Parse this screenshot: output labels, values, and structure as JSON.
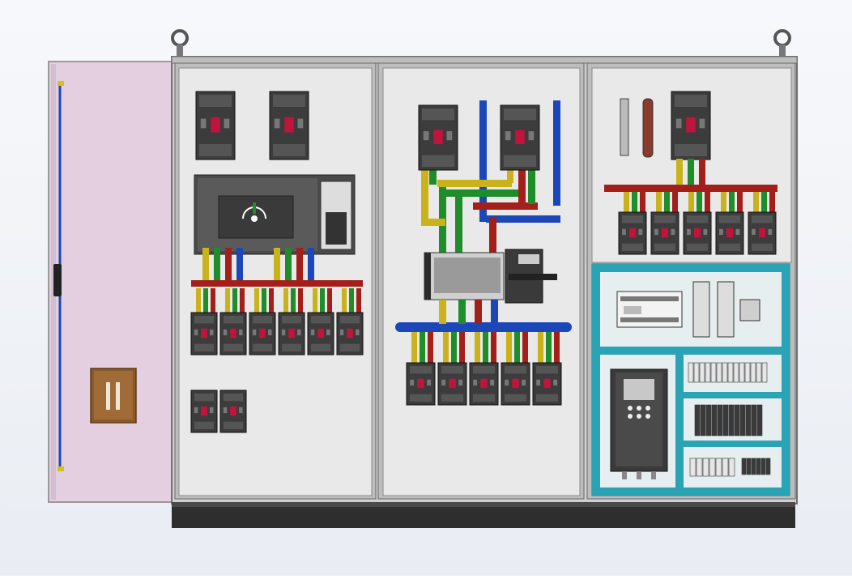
{
  "scene": {
    "description_visible_text": [],
    "colors": {
      "background_top": "#f7f8fb",
      "background_bottom": "#e9edf3",
      "door": "#e3cfe0",
      "door_frame": "#c9c9c9",
      "cabinet_panel": "#e7e7e7",
      "cabinet_frame": "#bdbdbd",
      "plinth": "#2e2e2e",
      "breaker": "#3c3c3c",
      "handle_red": "#c0143c",
      "busbar_red": "#a3201a",
      "busbar_blue": "#1b47b8",
      "busbar_yellow": "#c9b21a",
      "busbar_green": "#1f8d2a",
      "mounting_frame_teal": "#2aa3b5",
      "door_lock": "#8a5a2b"
    },
    "sections": [
      {
        "id": "left-section",
        "contents": [
          "mccb-pair",
          "transfer-switch",
          "busbar",
          "breaker-row-6",
          "breaker-pair-small"
        ]
      },
      {
        "id": "middle-section",
        "contents": [
          "mccb-pair",
          "busbar-links",
          "isolator-switch",
          "busbar-ring",
          "breaker-row-5"
        ]
      },
      {
        "id": "right-section",
        "contents": [
          "mccb",
          "terminal-bars",
          "busbar",
          "breaker-row-5",
          "plc-rack",
          "inverter-drive",
          "terminal-blocks"
        ]
      }
    ],
    "icons": [
      "lifting-eye-icon",
      "door-handle-icon",
      "door-lock-icon"
    ]
  }
}
